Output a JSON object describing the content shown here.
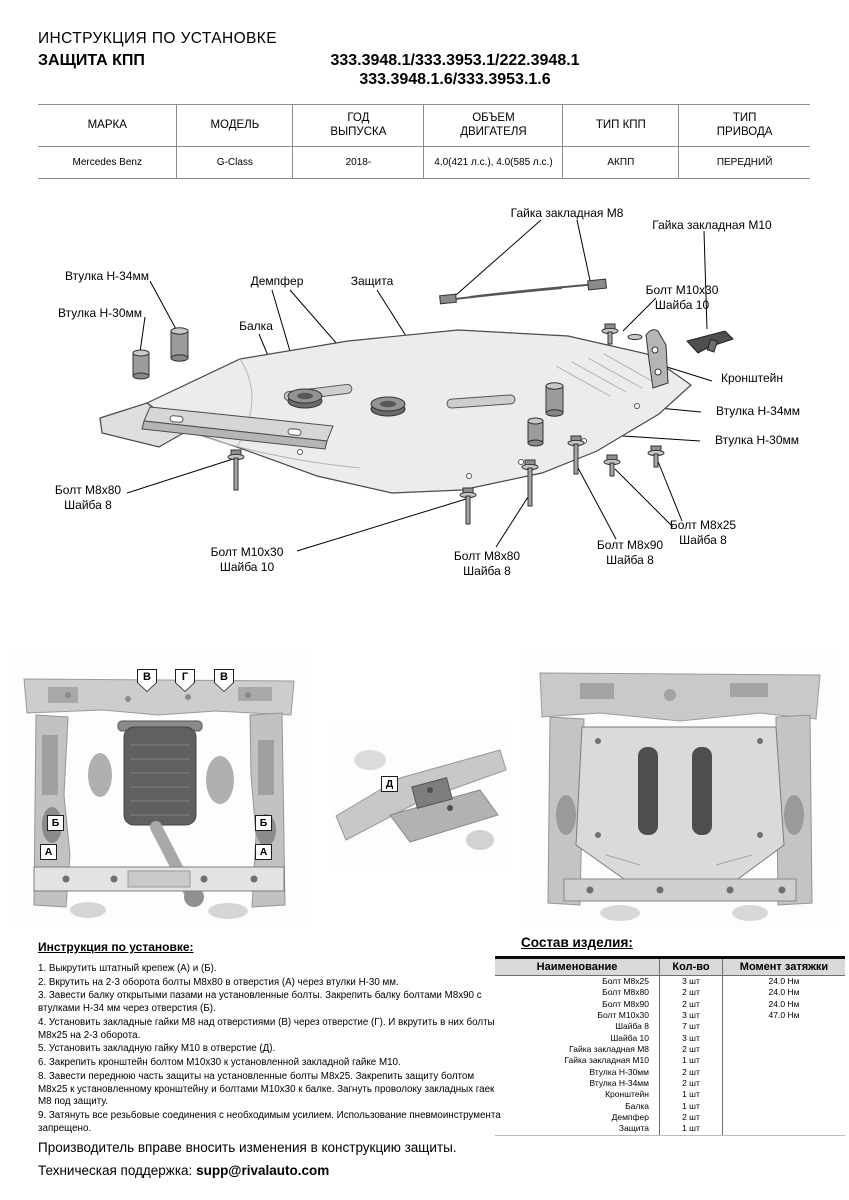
{
  "header": {
    "title": "ИНСТРУКЦИЯ ПО УСТАНОВКЕ",
    "product": "ЗАЩИТА КПП",
    "part_numbers_line1": "333.3948.1/333.3953.1/222.3948.1",
    "part_numbers_line2": "333.3948.1.6/333.3953.1.6"
  },
  "spec_table": {
    "columns": [
      "МАРКА",
      "МОДЕЛЬ",
      "ГОД\nВЫПУСКА",
      "ОБЪЕМ\nДВИГАТЕЛЯ",
      "ТИП КПП",
      "ТИП\nПРИВОДА"
    ],
    "row": [
      "Mercedes Benz",
      "G-Class",
      "2018-",
      "4.0(421 л.с.), 4.0(585 л.с.)",
      "АКПП",
      "ПЕРЕДНИЙ"
    ]
  },
  "diagram": {
    "labels": [
      {
        "text": "Гайка закладная М8"
      },
      {
        "text": "Гайка закладная М10"
      },
      {
        "text": "Втулка Н-34мм"
      },
      {
        "text": "Втулка Н-30мм"
      },
      {
        "text": "Демпфер"
      },
      {
        "text": "Защита"
      },
      {
        "text": "Балка"
      },
      {
        "text": "Болт М10х30\nШайба 10"
      },
      {
        "text": "Кронштейн"
      },
      {
        "text": "Втулка Н-34мм"
      },
      {
        "text": "Втулка Н-30мм"
      },
      {
        "text": "Болт М8х80\nШайба 8"
      },
      {
        "text": "Болт М10х30\nШайба 10"
      },
      {
        "text": "Болт М8х80\nШайба 8"
      },
      {
        "text": "Болт М8х90\nШайба 8"
      },
      {
        "text": "Болт М8х25\nШайба 8"
      }
    ]
  },
  "photos": {
    "left_markers": [
      "В",
      "Г",
      "В",
      "Б",
      "А",
      "Б",
      "А"
    ],
    "middle_markers": [
      "Д"
    ]
  },
  "instructions": {
    "heading": "Инструкция по установке:",
    "steps": [
      "1. Выкрутить штатный крепеж (А) и (Б).",
      "2. Вкрутить на 2-3 оборота болты М8х80 в отверстия (А) через втулки Н-30 мм.",
      "3. Завести балку открытыми пазами на установленные болты. Закрепить балку болтами М8х90 с втулками Н-34 мм через отверстия (Б).",
      "4. Установить закладные гайки М8 над отверстиями (В) через отверстие (Г). И вкрутить в них болты М8х25 на 2-3 оборота.",
      "5. Установить закладную гайку М10 в отверстие (Д).",
      "6. Закрепить кронштейн болтом М10х30 к установленной закладной гайке М10.",
      "8. Завести переднюю часть защиты на установленные болты М8х25. Закрепить защиту болтом М8х25 к установленному кронштейну и болтами М10х30 к балке. Загнуть проволоку закладных гаек М8 под защиту.",
      "9. Затянуть все резьбовые соединения с необходимым усилием. Использование пневмоинструмента запрещено."
    ]
  },
  "parts": {
    "heading": "Состав изделия:",
    "columns": {
      "name": "Наименование",
      "qty": "Кол-во",
      "torque": "Момент затяжки"
    },
    "rows": [
      {
        "name": "Болт М8х25",
        "qty": "3 шт",
        "torque": "24.0 Нм"
      },
      {
        "name": "Болт М8х80",
        "qty": "2 шт",
        "torque": "24.0 Нм"
      },
      {
        "name": "Болт М8х90",
        "qty": "2 шт",
        "torque": "24.0 Нм"
      },
      {
        "name": "Болт М10х30",
        "qty": "3 шт",
        "torque": "47.0 Нм"
      },
      {
        "name": "Шайба 8",
        "qty": "7 шт",
        "torque": ""
      },
      {
        "name": "Шайба 10",
        "qty": "3 шт",
        "torque": ""
      },
      {
        "name": "Гайка закладная М8",
        "qty": "2 шт",
        "torque": ""
      },
      {
        "name": "Гайка закладная М10",
        "qty": "1 шт",
        "torque": ""
      },
      {
        "name": "Втулка Н-30мм",
        "qty": "2 шт",
        "torque": ""
      },
      {
        "name": "Втулка Н-34мм",
        "qty": "2 шт",
        "torque": ""
      },
      {
        "name": "Кронштейн",
        "qty": "1 шт",
        "torque": ""
      },
      {
        "name": "Балка",
        "qty": "1 шт",
        "torque": ""
      },
      {
        "name": "Демпфер",
        "qty": "2 шт",
        "torque": ""
      },
      {
        "name": "Защита",
        "qty": "1 шт",
        "torque": ""
      }
    ]
  },
  "footer": {
    "line1": "Производитель вправе вносить изменения в конструкцию защиты.",
    "line2_label": "Техническая поддержка:",
    "email": "supp@rivalauto.com"
  }
}
